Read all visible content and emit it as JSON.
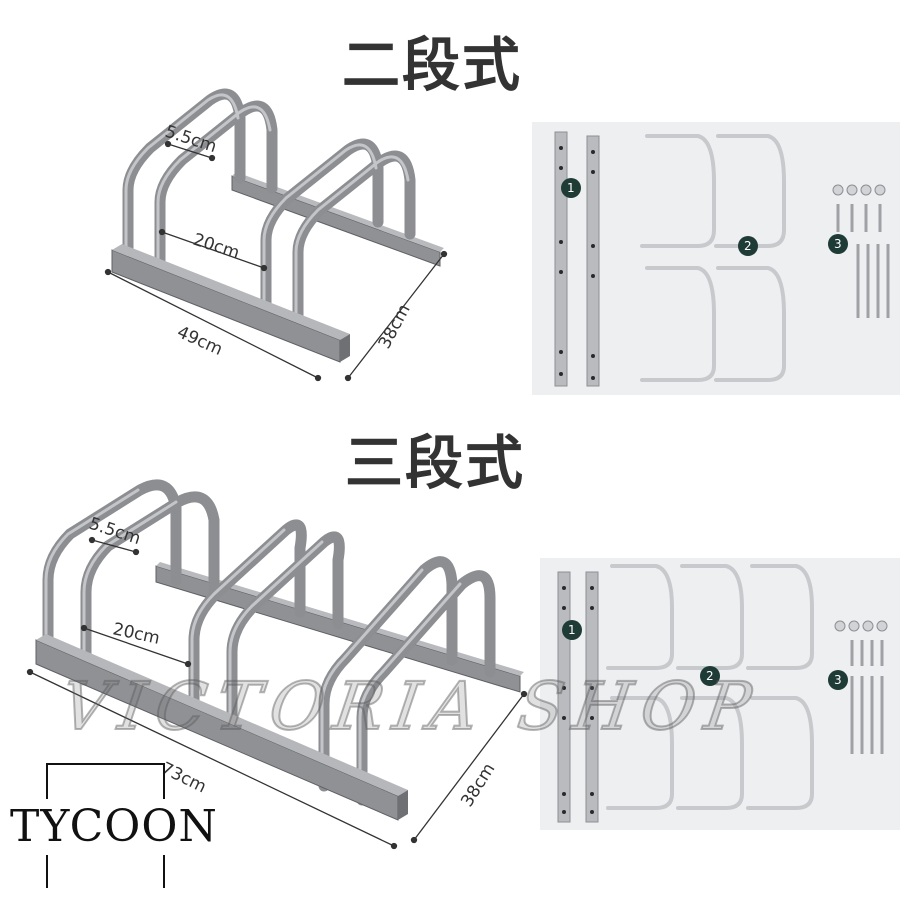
{
  "rack_two": {
    "title": "二段式",
    "dims": {
      "tube": "5.5cm",
      "gap": "20cm",
      "length": "49cm",
      "depth": "38cm"
    },
    "parts": [
      "1",
      "2",
      "3"
    ]
  },
  "rack_three": {
    "title": "三段式",
    "dims": {
      "tube": "5.5cm",
      "gap": "20cm",
      "length": "73cm",
      "depth": "38cm"
    },
    "parts": [
      "1",
      "2",
      "3"
    ]
  },
  "watermark": "VICTORIA SHOP",
  "logo": "TYCOON",
  "colors": {
    "steel": "#9a9ca0",
    "steel_dark": "#6e7074",
    "panel": "#eeeff1",
    "callout": "#1f3b36",
    "text": "#333333"
  }
}
